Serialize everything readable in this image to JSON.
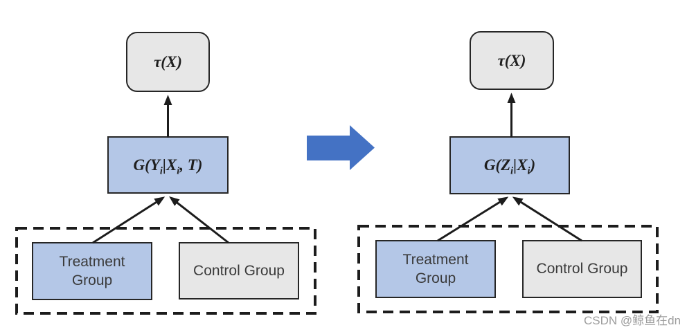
{
  "colors": {
    "node_blue": "#b4c7e7",
    "node_gray": "#e7e7e7",
    "block_arrow_blue": "#4472c4",
    "line_black": "#1c1c1c",
    "label_text": "#3a3a3a",
    "watermark_gray": "#9c9c9c"
  },
  "left": {
    "output_label": "τ(X)",
    "model": {
      "p1": "G(Y",
      "s1": "i",
      "p2": "|X",
      "s2": "i",
      "p3": ", T)"
    },
    "treatment_label": "Treatment Group",
    "control_label": "Control Group"
  },
  "right": {
    "output_label": "τ(X)",
    "model": {
      "p1": "G(Z",
      "s1": "i",
      "p2": "|X",
      "s2": "i",
      "p3": ")"
    },
    "treatment_label": "Treatment Group",
    "control_label": "Control Group"
  },
  "watermark": {
    "text": "CSDN @鲸鱼在dn"
  }
}
